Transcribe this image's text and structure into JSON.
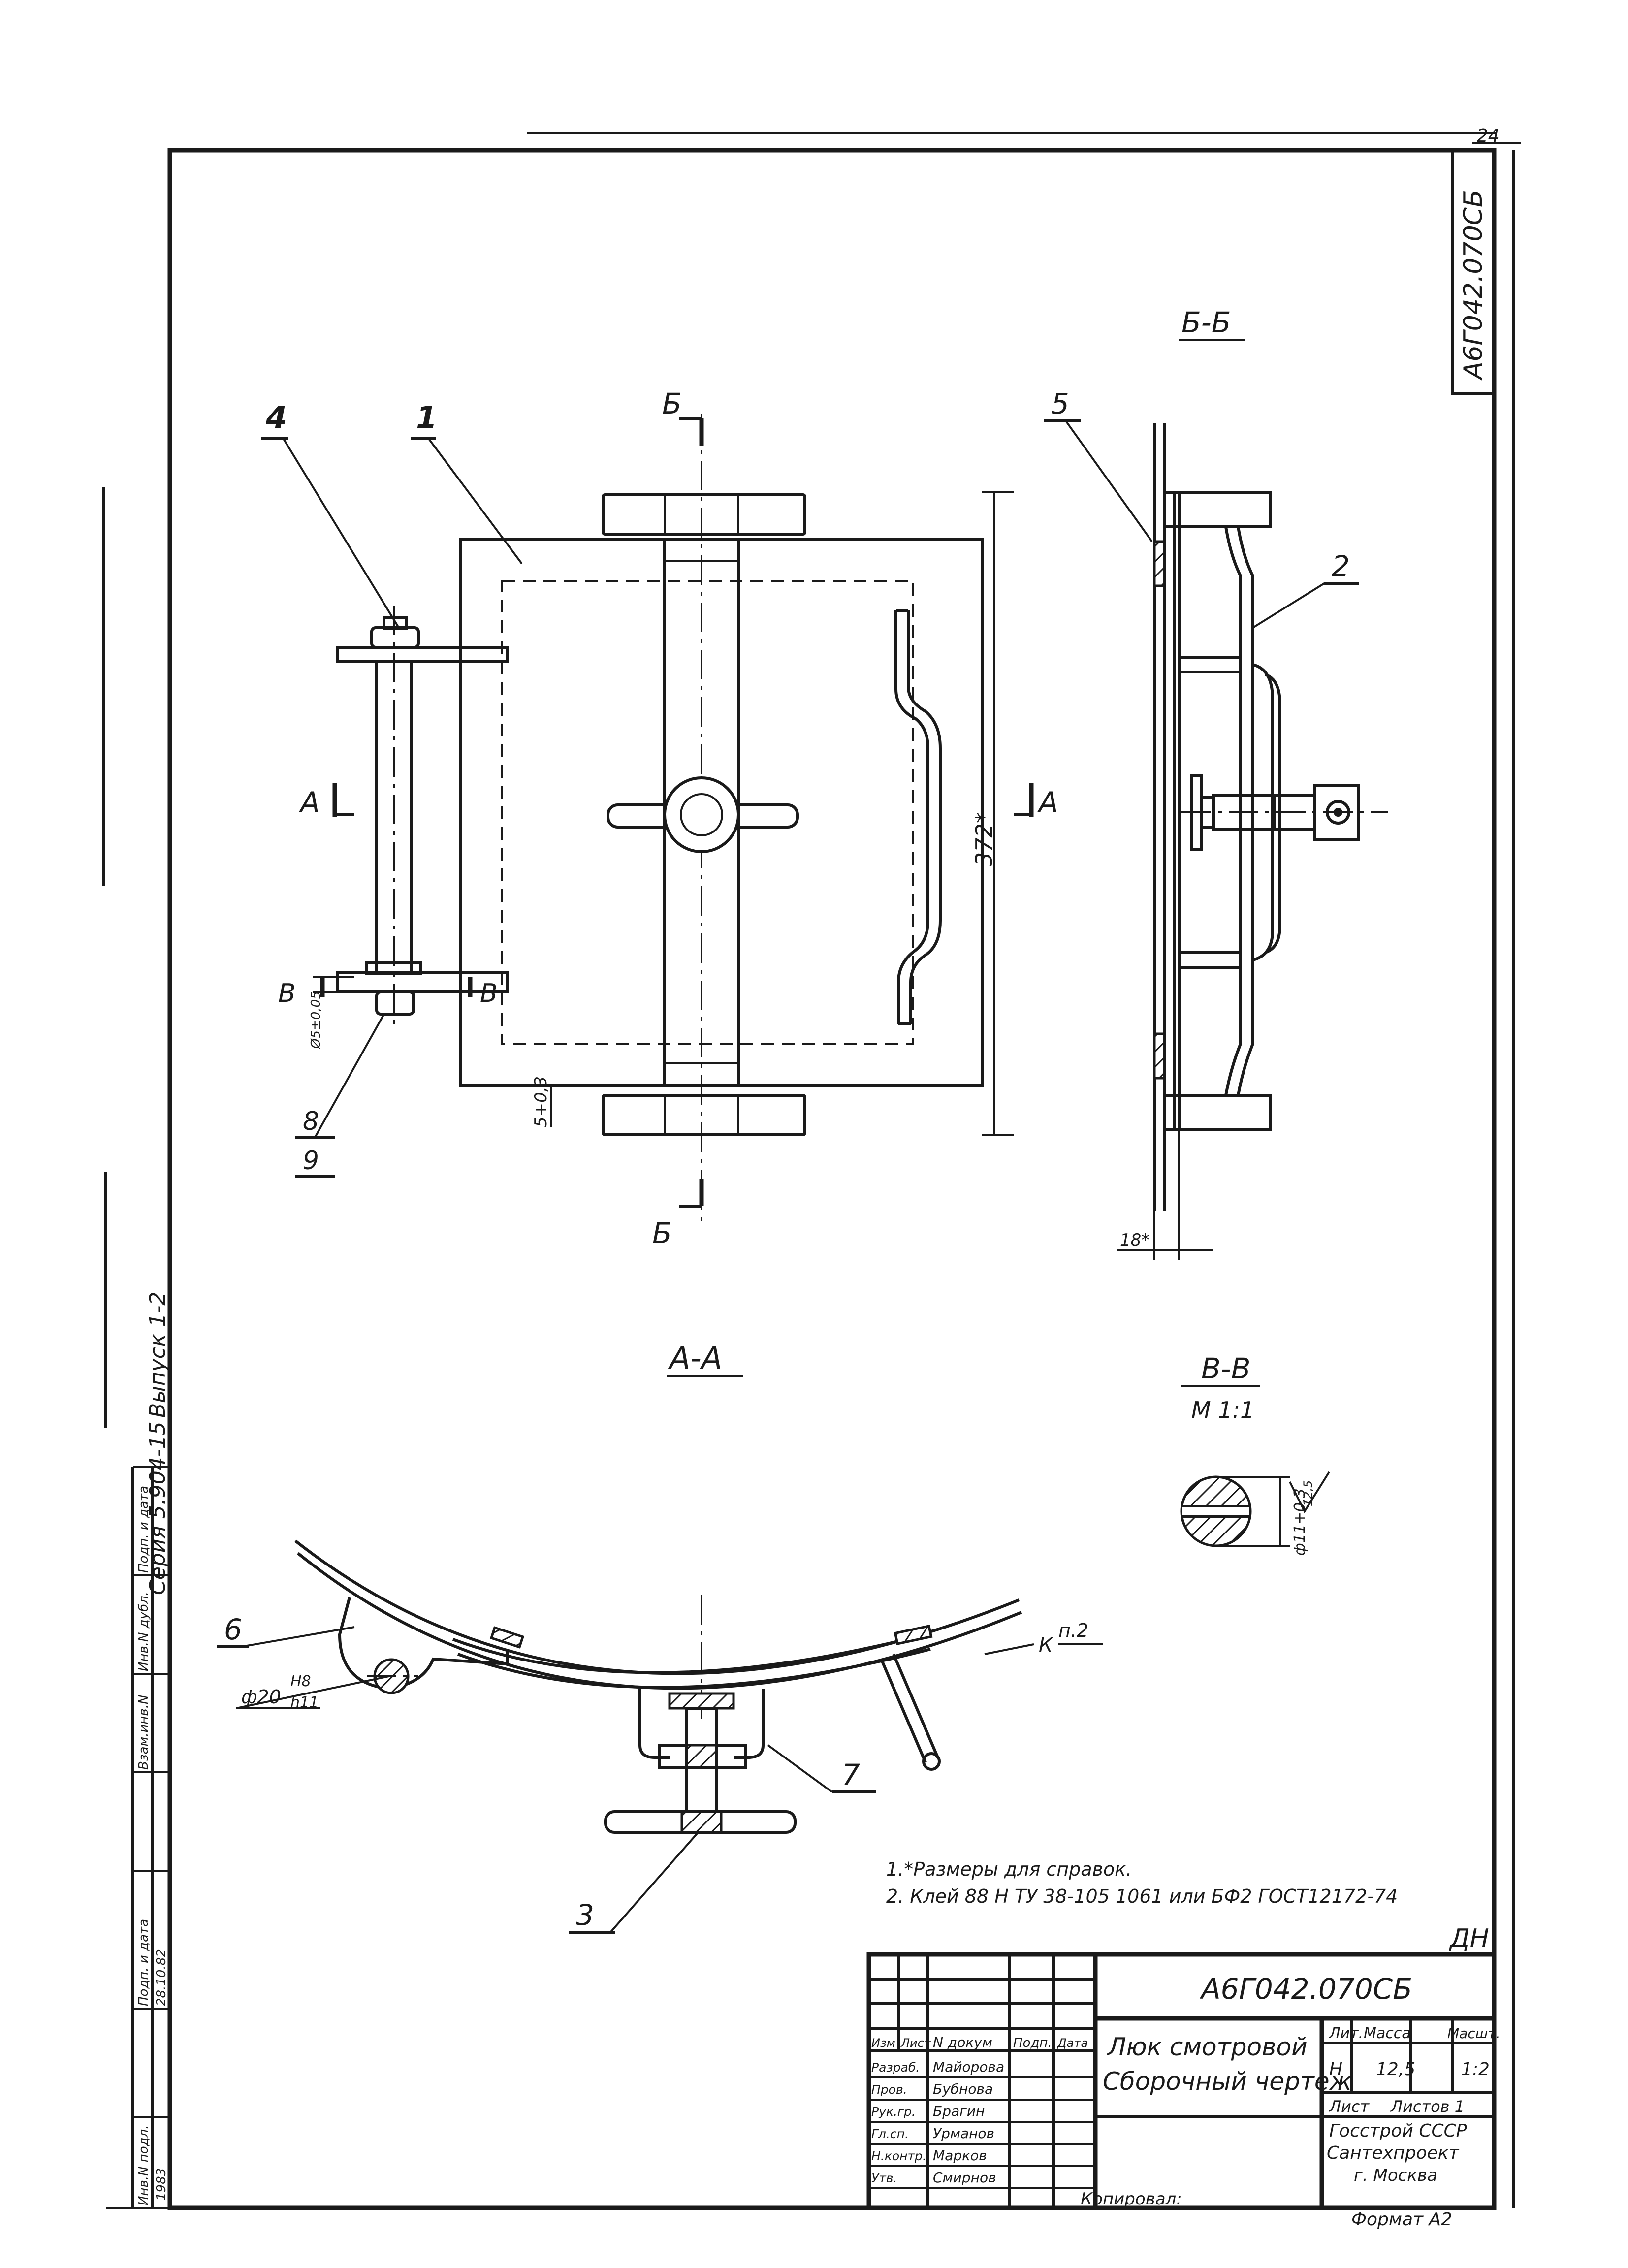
{
  "sheet": {
    "corner_number": "24",
    "code_vertical": "А6Г042.070СБ",
    "series_label": "Серия 5.904-15",
    "issue_label": "Выпуск 1-2"
  },
  "sections": {
    "b_b": "Б-Б",
    "a_a": "А-А",
    "v_v": "В-В",
    "v_v_scale": "М 1:1"
  },
  "cut_markers": {
    "b": "Б",
    "a": "А",
    "v": "В"
  },
  "positions": {
    "p1": "1",
    "p2": "2",
    "p3": "3",
    "p4": "4",
    "p5": "5",
    "p6": "6",
    "p7": "7",
    "p8": "8",
    "p9": "9"
  },
  "dimensions": {
    "height_372": "372*",
    "gap_5": "5+0,3",
    "shaft_dia": "Ø5±0,05",
    "thickness_18": "18*",
    "pin_dia_label": "ф20",
    "pin_fit_top": "Н8",
    "pin_fit_bottom": "h11",
    "section_dia": "ф11+0,3",
    "roughness": "12,5",
    "clearance_k": "К",
    "note_ref": "п.2"
  },
  "notes": [
    "1.*Размеры для справок.",
    "2. Клей 88 Н ТУ 38-105 1061 или БФ2 ГОСТ12172-74"
  ],
  "signature_mark": "ДН",
  "title_block": {
    "designation": "А6Г042.070СБ",
    "name_line1": "Люк смотровой",
    "name_line2": "Сборочный чертеж",
    "lit_header": "Лит.",
    "mass_header": "Масса",
    "scale_header": "Масшт.",
    "lit_value": "Н",
    "mass_value": "12,5",
    "scale_value": "1:2",
    "sheet_label": "Лист",
    "sheets_label": "Листов 1",
    "org_line1": "Госстрой СССР",
    "org_line2": "Сантехпроект",
    "org_line3": "г. Москва",
    "col_izm": "Изм",
    "col_list": "Лист",
    "col_doc": "N докум",
    "col_sign": "Подп.",
    "col_date": "Дата",
    "role_rows": [
      {
        "role": "Разраб.",
        "name": "Майорова"
      },
      {
        "role": "Пров.",
        "name": "Бубнова"
      },
      {
        "role": "Рук.гр.",
        "name": "Брагин"
      },
      {
        "role": "Гл.сп.",
        "name": "Урманов"
      },
      {
        "role": "Н.контр.",
        "name": "Марков"
      },
      {
        "role": "Утв.",
        "name": "Смирнов"
      }
    ]
  },
  "left_stamp": {
    "inv_orig": "Инв.N подл.",
    "sign_date": "Подп. и дата",
    "replaces": "Взам.инв.N",
    "inv_dup": "Инв.N дубл.",
    "sign_date2": "Подп. и дата",
    "inv_value": "1983",
    "date_value": "28.10.82"
  },
  "footer": {
    "copied": "Копировал:",
    "format": "Формат А2"
  }
}
